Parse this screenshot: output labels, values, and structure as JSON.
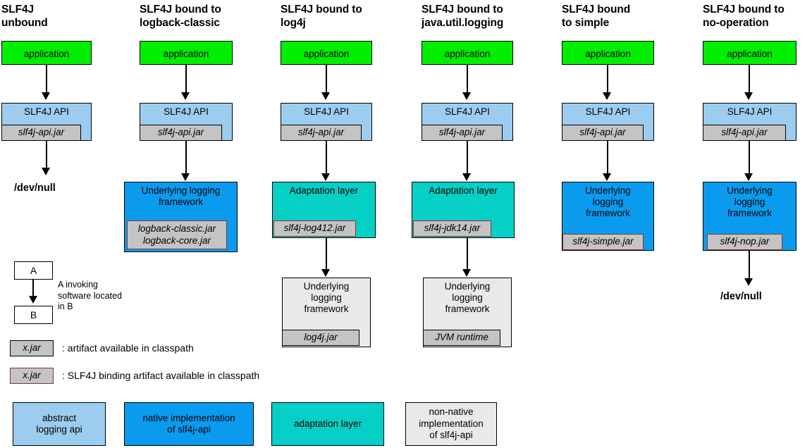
{
  "diagram": {
    "title": "SLF4J binding diagram",
    "colors": {
      "application": "#00ee00",
      "abstract_api": "#9ccdf0",
      "native_impl": "#0a9bef",
      "adaptation": "#06cfc6",
      "non_native_impl": "#e9e9e9",
      "jar_fill": "#c4c4c4",
      "binding_border": "#903030"
    }
  },
  "columns": [
    {
      "title_line1": "SLF4J",
      "title_line2": "unbound",
      "application": "application",
      "api": "SLF4J API",
      "api_jar": "slf4j-api.jar",
      "terminal": "/dev/null"
    },
    {
      "title_line1": "SLF4J bound to",
      "title_line2": "logback-classic",
      "application": "application",
      "api": "SLF4J API",
      "api_jar": "slf4j-api.jar",
      "framework_line1": "Underlying logging",
      "framework_line2": "framework",
      "framework_jar_line1": "logback-classic.jar",
      "framework_jar_line2": "logback-core.jar"
    },
    {
      "title_line1": "SLF4J bound to",
      "title_line2": "log4j",
      "application": "application",
      "api": "SLF4J API",
      "api_jar": "slf4j-api.jar",
      "adaptation": "Adaptation layer",
      "adaptation_jar": "slf4j-log412.jar",
      "framework_line1": "Underlying",
      "framework_line2": "logging",
      "framework_line3": "framework",
      "framework_jar": "log4j.jar"
    },
    {
      "title_line1": "SLF4J bound to",
      "title_line2": "java.util.logging",
      "application": "application",
      "api": "SLF4J API",
      "api_jar": "slf4j-api.jar",
      "adaptation": "Adaptation layer",
      "adaptation_jar": "slf4j-jdk14.jar",
      "framework_line1": "Underlying",
      "framework_line2": "logging",
      "framework_line3": "framework",
      "framework_jar": "JVM runtime"
    },
    {
      "title_line1": "SLF4J bound",
      "title_line2": "to simple",
      "application": "application",
      "api": "SLF4J API",
      "api_jar": "slf4j-api.jar",
      "framework_line1": "Underlying",
      "framework_line2": "logging",
      "framework_line3": "framework",
      "framework_jar": "slf4j-simple.jar"
    },
    {
      "title_line1": "SLF4J bound to",
      "title_line2": "no-operation",
      "application": "application",
      "api": "SLF4J API",
      "api_jar": "slf4j-api.jar",
      "framework_line1": "Underlying",
      "framework_line2": "logging",
      "framework_line3": "framework",
      "framework_jar": "slf4j-nop.jar",
      "terminal": "/dev/null"
    }
  ],
  "legend": {
    "node_a": "A",
    "node_b": "B",
    "invocation_line1": "A invoking",
    "invocation_line2": "software located",
    "invocation_line3": "in B",
    "jar_sample": "x.jar",
    "jar_note": ": artifact available in classpath",
    "binding_jar_sample": "x.jar",
    "binding_jar_note": ": SLF4J binding artifact available in classpath",
    "swatches": [
      {
        "line1": "abstract",
        "line2": "logging api",
        "line3": ""
      },
      {
        "line1": "native implementation",
        "line2": "of slf4j-api",
        "line3": ""
      },
      {
        "line1": "adaptation layer",
        "line2": "",
        "line3": ""
      },
      {
        "line1": "non-native",
        "line2": "implementation",
        "line3": "of slf4j-api"
      }
    ]
  }
}
